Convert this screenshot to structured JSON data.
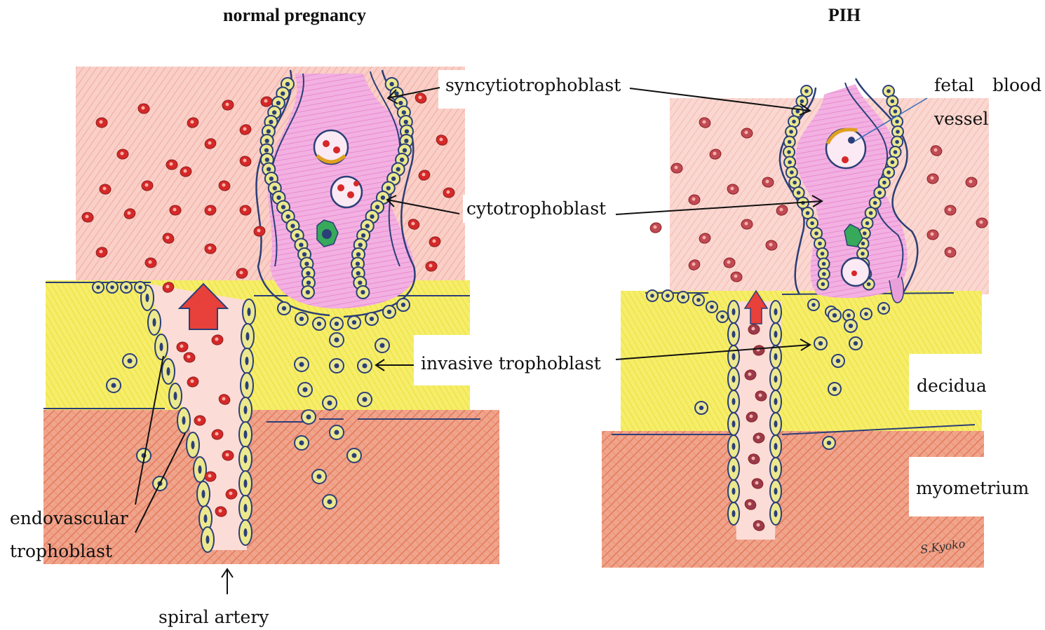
{
  "titles": {
    "left": "normal pregnancy",
    "right": "PIH"
  },
  "labels": {
    "syncytiotrophoblast": "syncytiotrophoblast",
    "cytotrophoblast": "cytotrophoblast",
    "invasive_trophoblast": "invasive trophoblast",
    "fetal": "fetal",
    "blood": "blood",
    "vessel": "vessel",
    "decidua": "decidua",
    "myometrium": "myometrium",
    "endovascular": "endovascular",
    "trophoblast": "trophoblast",
    "spiral_artery": "spiral artery"
  },
  "signature": "S.Kyoko",
  "colors": {
    "maternal_blood": "#f4b3aa",
    "red_cell": "#d62828",
    "dark_red_cell": "#a23a4a",
    "decidua": "#f5ec5a",
    "myometrium": "#ea8c70",
    "villus_stroma": "#ef9fd8",
    "outline": "#2b3f77",
    "cell_fill": "#e9e38b",
    "arrow_fill": "#e8403a"
  }
}
